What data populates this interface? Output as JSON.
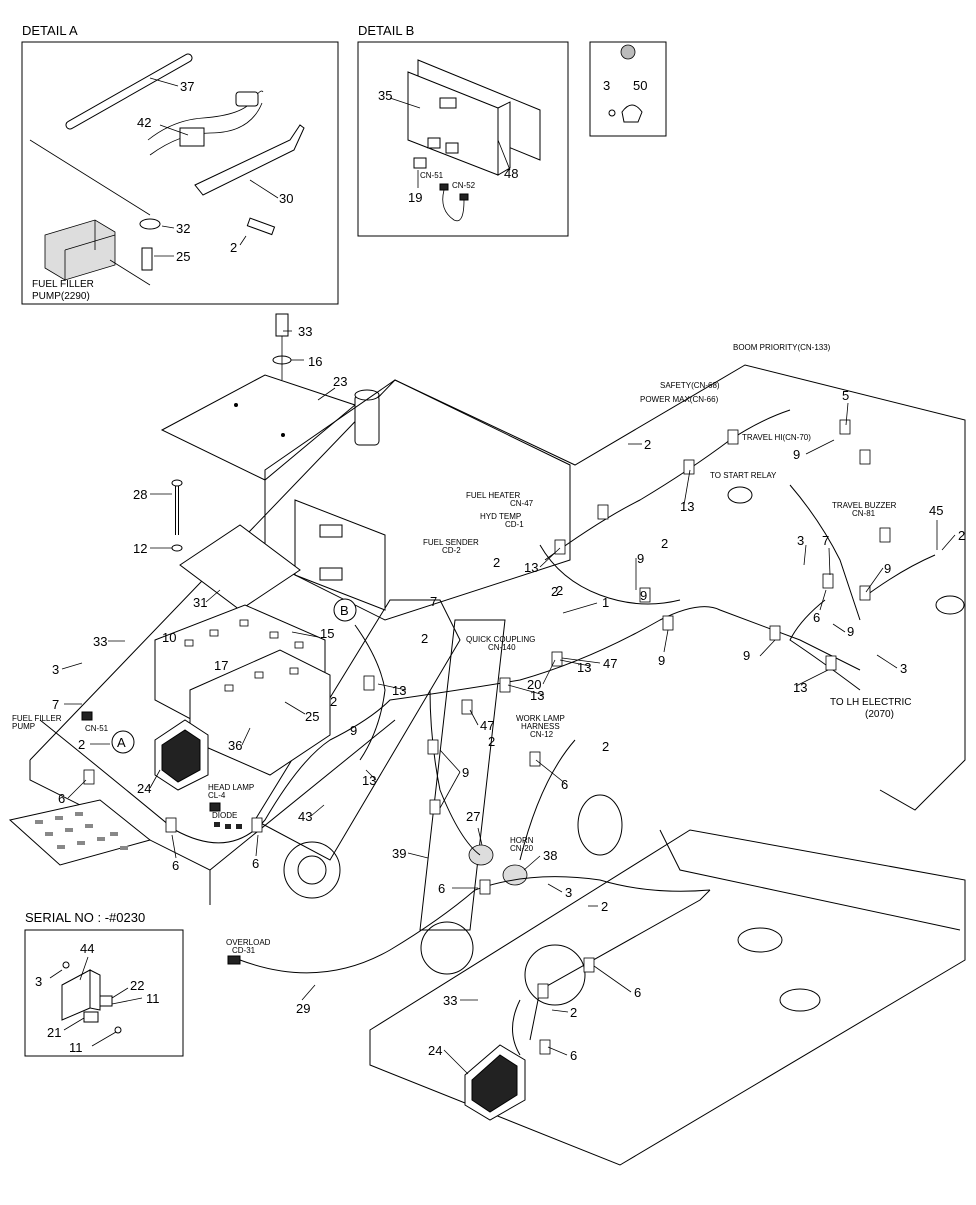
{
  "detail_a": {
    "title": "DETAIL A",
    "parts": [
      "37",
      "42",
      "30",
      "32",
      "25",
      "2"
    ],
    "caption_line1": "FUEL FILLER",
    "caption_line2": "PUMP(2290)"
  },
  "detail_b": {
    "title": "DETAIL B",
    "parts": [
      "35",
      "48",
      "19"
    ],
    "connectors": [
      "CN-51",
      "CN-52"
    ]
  },
  "detail_c": {
    "parts": [
      "3",
      "50"
    ]
  },
  "serial_box": {
    "title": "SERIAL NO : -#0230",
    "parts": [
      "44",
      "3",
      "22",
      "11",
      "21",
      "11"
    ]
  },
  "main_labels": {
    "boom_priority": "BOOM PRIORITY(CN-133)",
    "safety": "SAFETY(CN-68)",
    "power_max": "POWER MAX(CN-66)",
    "travel_hi": "TRAVEL HI(CN-70)",
    "to_start_relay": "TO START RELAY",
    "travel_buzzer_1": "TRAVEL BUZZER",
    "travel_buzzer_2": "CN-81",
    "fuel_heater_1": "FUEL HEATER",
    "fuel_heater_2": "CN-47",
    "hyd_temp_1": "HYD TEMP",
    "hyd_temp_2": "CD-1",
    "fuel_sender_1": "FUEL SENDER",
    "fuel_sender_2": "CD-2",
    "quick_coupling_1": "QUICK COUPLING",
    "quick_coupling_2": "CN-140",
    "work_lamp_1": "WORK LAMP",
    "work_lamp_2": "HARNESS",
    "work_lamp_3": "CN-12",
    "to_lh_electric_1": "TO LH ELECTRIC",
    "to_lh_electric_2": "(2070)",
    "fuel_filler_1": "FUEL FILLER",
    "fuel_filler_2": "PUMP",
    "fuel_filler_3": "CN-51",
    "head_lamp_1": "HEAD LAMP",
    "head_lamp_2": "CL-4",
    "diode": "DIODE",
    "horn_1": "HORN",
    "horn_2": "CN-20",
    "overload_1": "OVERLOAD",
    "overload_2": "CD-31"
  },
  "callouts": {
    "c33a": "33",
    "c16": "16",
    "c23": "23",
    "c28": "28",
    "c12": "12",
    "c31": "31",
    "c33b": "33",
    "c3a": "3",
    "c10": "10",
    "c17": "17",
    "c15": "15",
    "c7a": "7",
    "c2a": "2",
    "cA": "A",
    "c24a": "24",
    "c6a": "6",
    "c6b": "6",
    "c6c": "6",
    "c36": "36",
    "c25": "25",
    "c2b": "2",
    "c43": "43",
    "c9a": "9",
    "c13a": "13",
    "cB": "B",
    "c7b": "7",
    "c13b": "13",
    "c2c": "2",
    "c1": "1",
    "c2d": "2",
    "c9b": "9",
    "c2e": "2",
    "c13c": "13",
    "c2f": "2",
    "c13d": "13",
    "c20": "20",
    "c13e": "13",
    "c47a": "47",
    "c47b": "47",
    "c2g": "2",
    "c9c": "9",
    "c2h": "2",
    "c6d": "6",
    "c27": "27",
    "c39": "39",
    "c38": "38",
    "c6e": "6",
    "c3b": "3",
    "c2i": "2",
    "c29": "29",
    "c33c": "33",
    "c6f": "6",
    "c2j": "2",
    "c24b": "24",
    "c6g": "6",
    "c2k": "2",
    "c13f": "13",
    "c9d": "9",
    "c5": "5",
    "c9e": "9",
    "c3c": "3",
    "c7c": "7",
    "c6h": "6",
    "c9f": "9",
    "c9g": "9",
    "c45": "45",
    "c2l": "2",
    "c3d": "3",
    "c13g": "13",
    "c9h": "9",
    "c9i": "9",
    "c2m": "2"
  }
}
